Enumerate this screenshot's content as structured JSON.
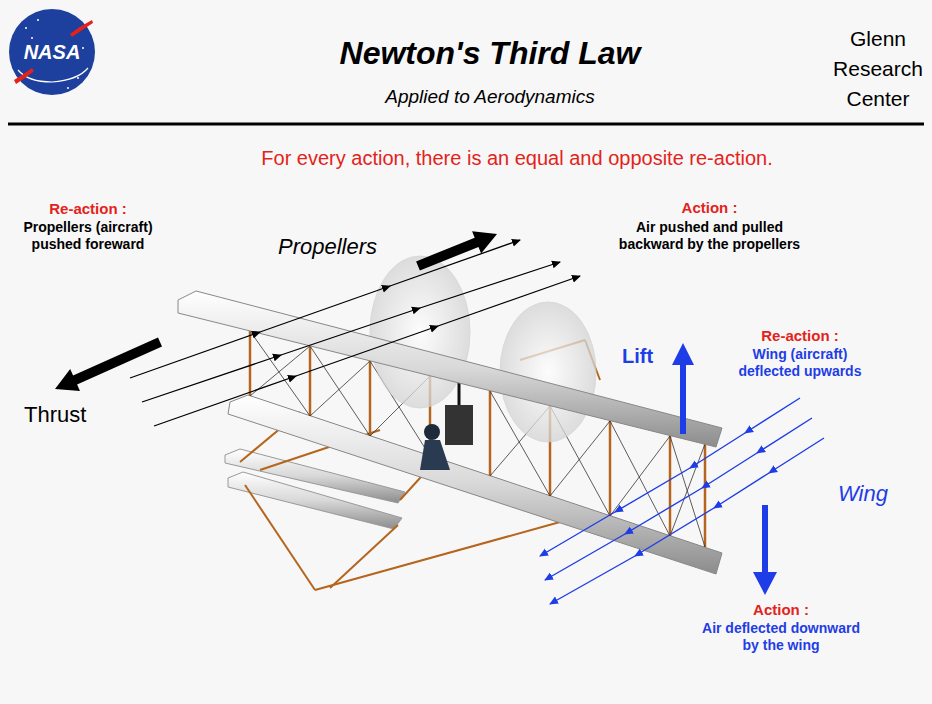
{
  "diagram": {
    "title": "Newton's Third Law",
    "nodes": [
      {
        "text": [
          "NASA"
        ]
      }
    ],
    "labels": [
      "Applied to Aerodynamics",
      "Glenn Research Center",
      "For every action, there is an equal and opposite re-action.",
      "Re-action :",
      "Propellers (aircraft) pushed foreward",
      "Propellers",
      "Action :",
      "Air pushed and pulled backward by the propellers",
      "Re-action :",
      "Wing (aircraft) deflected upwards",
      "Lift",
      "Wing",
      "Thrust",
      "Action :",
      "Air deflected downward by the wing"
    ]
  }
}
